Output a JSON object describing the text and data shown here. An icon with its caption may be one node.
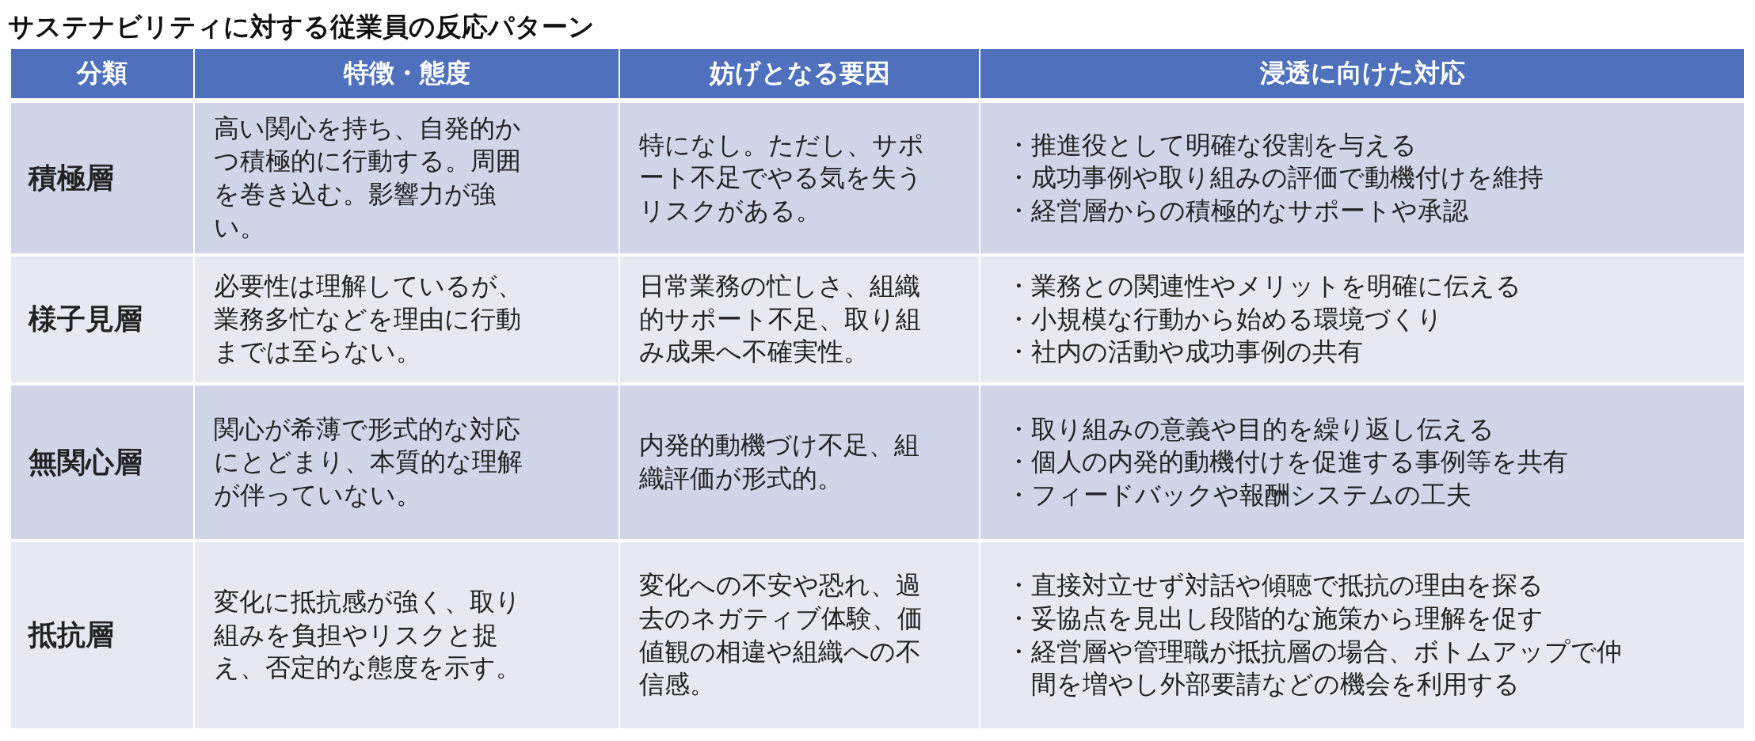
{
  "diagram": {
    "title": "サステナビリティに対する従業員の反応パターン",
    "labels": [
      "分類",
      "特徴・態度",
      "妨げとなる要因",
      "浸透に向けた対応",
      "積極層",
      "高い関心を持ち、自発的かつ積極的に行動する。周囲を巻き込む。影響力が強い。",
      "特になし。ただし、サポート不足でやる気を失うリスクがある。",
      "・推進役として明確な役割を与える",
      "・成功事例や取り組みの評価で動機付けを維持",
      "・経営層からの積極的なサポートや承認",
      "様子見層",
      "必要性は理解しているが、業務多忙などを理由に行動までは至らない。",
      "日常業務の忙しさ、組織的サポート不足、取り組み成果へ不確実性。",
      "・業務との関連性やメリットを明確に伝える",
      "・小規模な行動から始める環境づくり",
      "・社内の活動や成功事例の共有",
      "無関心層",
      "関心が希薄で形式的な対応にとどまり、本質的な理解が伴っていない。",
      "内発的動機づけ不足、組織評価が形式的。",
      "・取り組みの意義や目的を繰り返し伝える",
      "・個人の内発的動機付けを促進する事例等を共有",
      "・フィードバックや報酬システムの工夫",
      "抵抗層",
      "変化に抵抗感が強く、取り組みを負担やリスクと捉え、否定的な態度を示す。",
      "変化への不安や恐れ、過去のネガティブ体験、価値観の相違や組織への不信感。",
      "・直接対立せず対話や傾聴で抵抗の理由を探る",
      "・妥協点を見出し段階的な施策から理解を促す",
      "・経営層や管理職が抵抗層の場合、ボトムアップで仲間を増やし外部要請などの機会を利用する"
    ]
  }
}
